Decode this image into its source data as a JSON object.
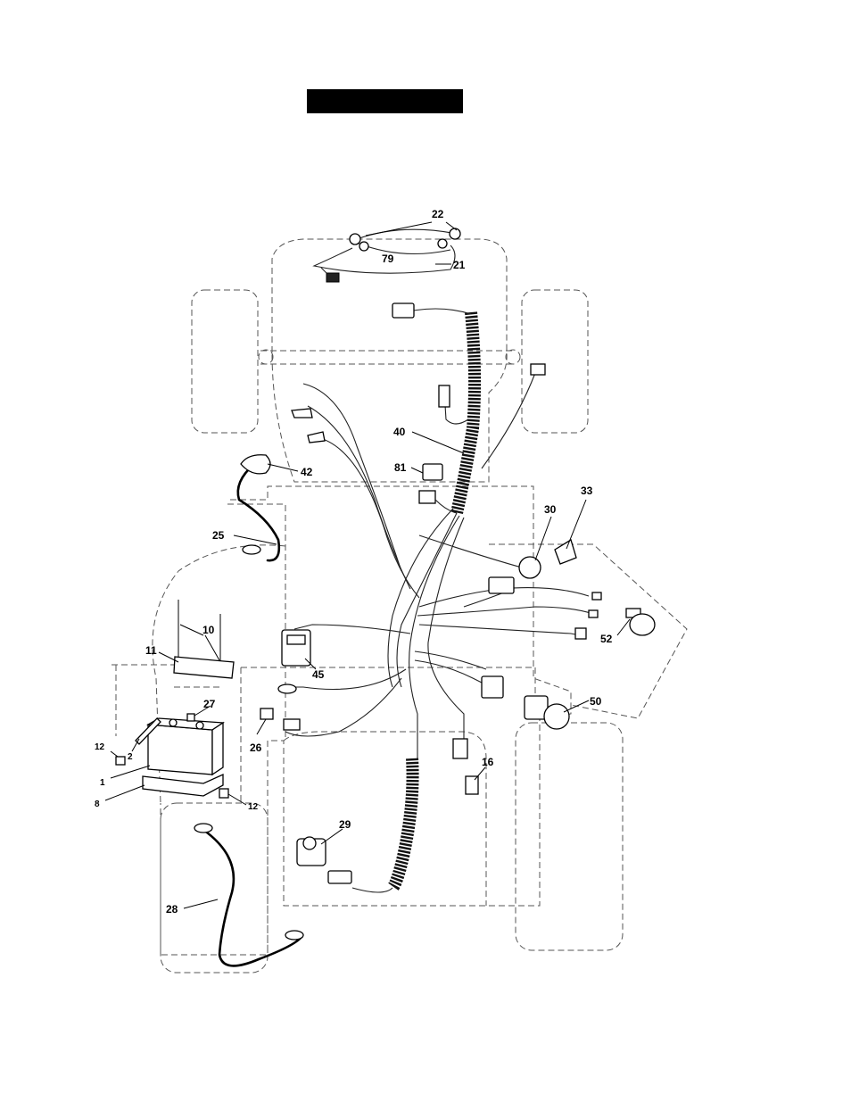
{
  "callouts": {
    "c1": "1",
    "c2": "2",
    "c8": "8",
    "c10": "10",
    "c11": "11",
    "c12a": "12",
    "c12b": "12",
    "c16": "16",
    "c21": "21",
    "c22": "22",
    "c25": "25",
    "c26": "26",
    "c27": "27",
    "c28": "28",
    "c29": "29",
    "c30": "30",
    "c33": "33",
    "c40": "40",
    "c42": "42",
    "c45": "45",
    "c50": "50",
    "c52": "52",
    "c79": "79",
    "c81": "81"
  }
}
